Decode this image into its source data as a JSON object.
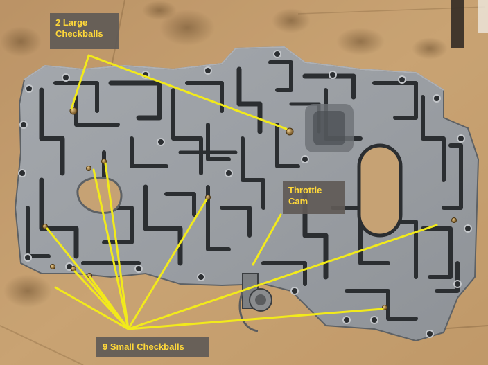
{
  "photo": {
    "subject": "transmission-valve-body",
    "colors": {
      "cardboard": "#c79f6e",
      "cardboard_dark": "#8d6c45",
      "casting": "#9b9fa4",
      "casting_light": "#c3c6ca",
      "passage": "#2b2e31",
      "callout_line": "#f2ea1b",
      "label_bg": "#5f5a56",
      "label_text": "#ffd83a"
    }
  },
  "callouts": {
    "large_checkballs": "2 Large\nCheckballs",
    "throttle_cam": "Throttle\nCam",
    "small_checkballs": "9 Small Checkballs"
  }
}
